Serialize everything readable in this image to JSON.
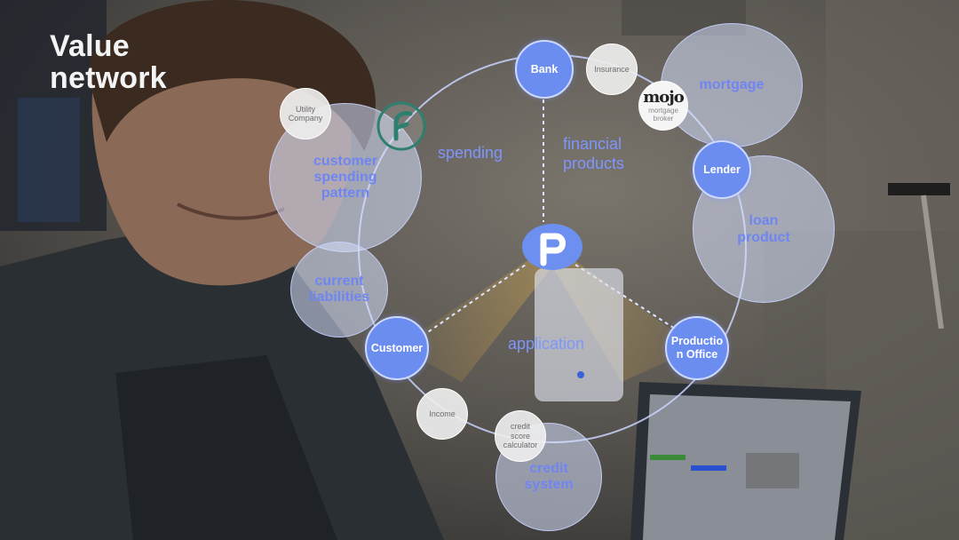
{
  "slide": {
    "title_line1": "Value",
    "title_line2": "network"
  },
  "nodes": {
    "mortgage": "mortgage",
    "loan_product": "loan product",
    "customer_spending_pattern": "customer spending pattern",
    "current_liabilities": "current liabilities",
    "credit_system": "credit system",
    "bank": "Bank",
    "lender": "Lender",
    "customer": "Customer",
    "production_office": "Productio n Office",
    "insurance": "Insurance",
    "utility_company": "Utility Company",
    "income": "Income",
    "credit_score_calculator": "credit score calculator"
  },
  "flows": {
    "spending": "spending",
    "financial_products": "financial products",
    "application": "application"
  },
  "logos": {
    "mojo_word": "mojo",
    "mojo_sub": "mortgage broker",
    "center_logo": "p-logo"
  },
  "colors": {
    "accent_blue": "#6c8df0",
    "label_blue": "#7e96ff",
    "bubble_fill": "#d6defc",
    "cone_gold": "#c9a04a"
  }
}
